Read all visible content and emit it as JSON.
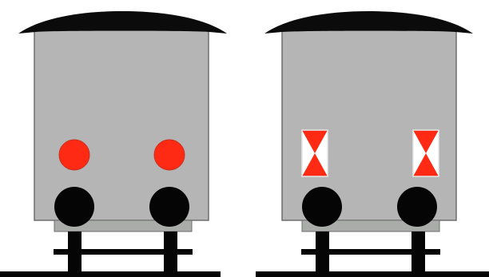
{
  "colors": {
    "background": "#ffffff",
    "body": "#b5b5b5",
    "roof": "#0b0b0b",
    "outline": "#6f6f6f",
    "wheel": "#050505",
    "frame": "#a9aca9",
    "track": "#050505",
    "lamp_red": "#ff2a14",
    "board_red": "#ff2a14",
    "board_white": "#ffffff"
  },
  "figures": [
    {
      "name": "rear-wagon-red-lamps",
      "signal_type": "circular-red-lamps",
      "signal_icon": "red-lamp-icon",
      "signal_count": 2
    },
    {
      "name": "rear-wagon-red-white-boards",
      "signal_type": "red-white-tail-boards",
      "signal_icon": "tail-board-icon",
      "signal_count": 2
    }
  ]
}
